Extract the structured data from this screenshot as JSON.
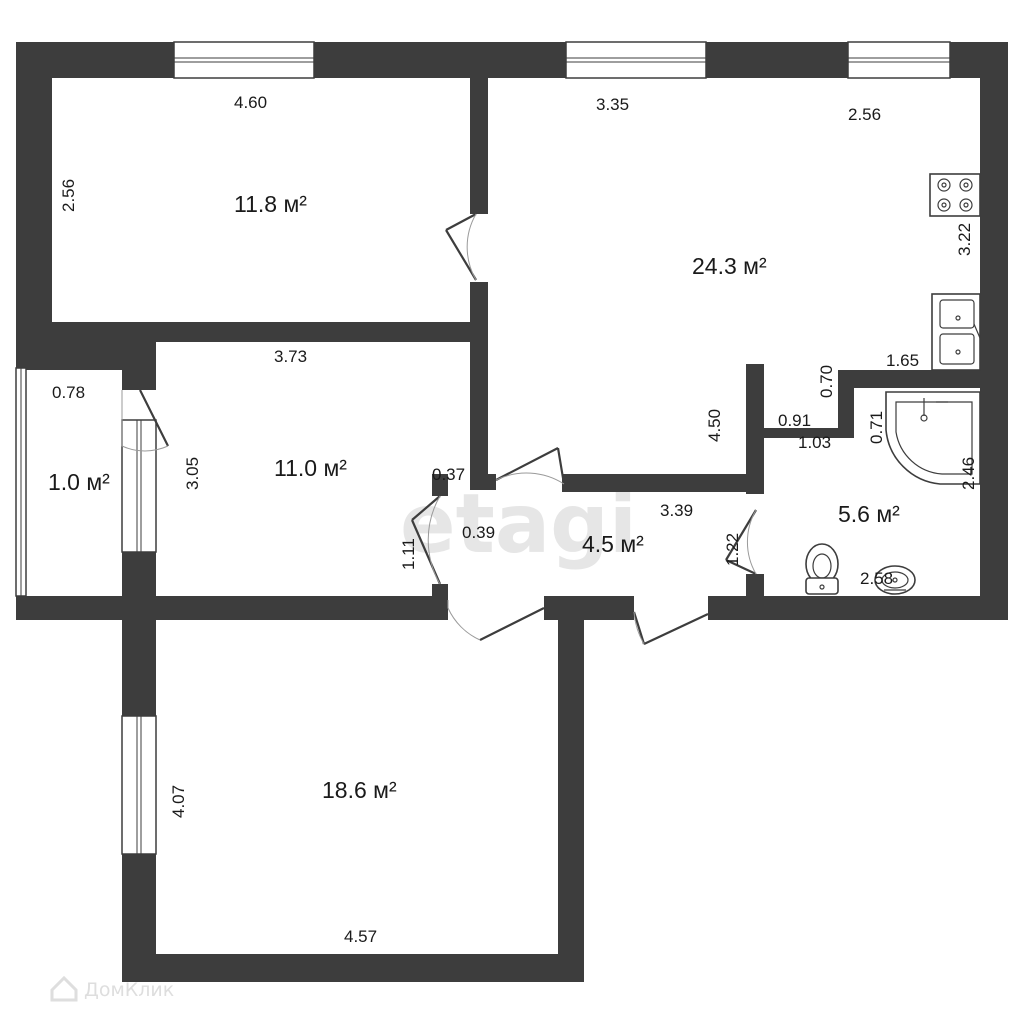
{
  "watermark": "etagi",
  "brand": "ДомКлик",
  "rooms": {
    "room_top_left": {
      "area": "11.8 м²",
      "width": "4.60",
      "height": "2.56"
    },
    "room_kitchen_living": {
      "area": "24.3 м²",
      "width_a": "3.35",
      "width_b": "2.56",
      "side": "3.22",
      "depth": "4.50",
      "nook_height": "0.70",
      "nook_width": "1.65",
      "nook_depth": "0.91"
    },
    "room_middle_left": {
      "area": "11.0 м²",
      "width": "3.73",
      "height": "3.05",
      "door_offset": "0.37",
      "door_width": "1.11"
    },
    "balcony": {
      "area": "1.0 м²",
      "width": "0.78"
    },
    "hallway": {
      "area": "4.5 м²",
      "width": "3.39",
      "offset": "0.39",
      "door_width": "1.22"
    },
    "bathroom": {
      "area": "5.6 м²",
      "width": "1.03",
      "bath": "0.71",
      "height": "2.46",
      "bottom": "2.58"
    },
    "room_bottom": {
      "area": "18.6 м²",
      "width": "4.57",
      "height": "4.07"
    }
  }
}
